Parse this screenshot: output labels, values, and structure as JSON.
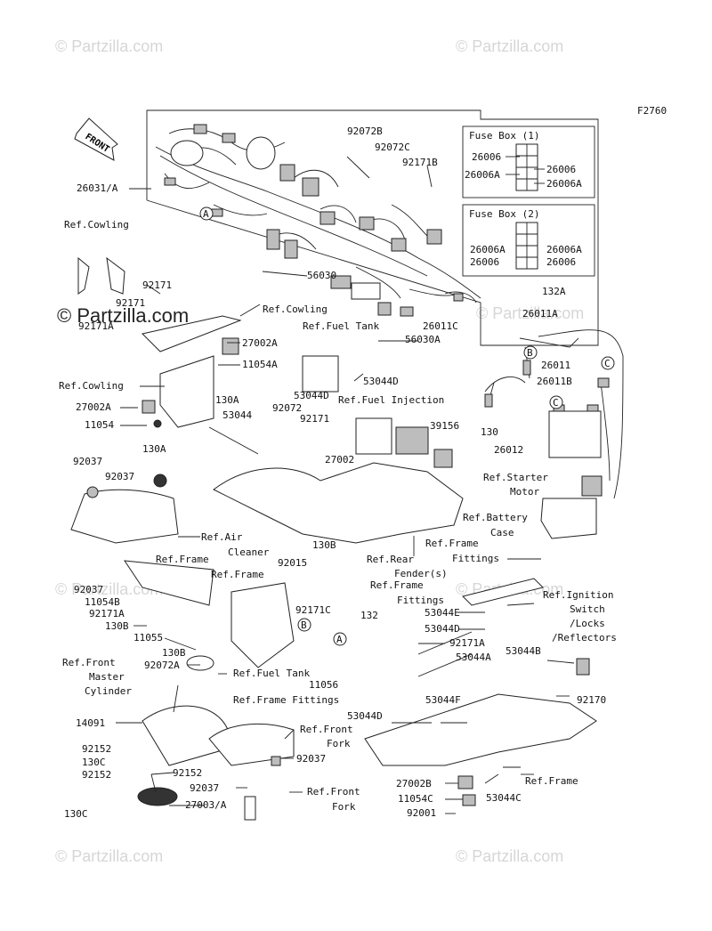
{
  "figure_code": "F2760",
  "front_label": "FRONT",
  "watermark": "Partzilla.com",
  "fuse_box_1": {
    "title": "Fuse Box (1)",
    "left": [
      "26006",
      "26006A"
    ],
    "right": [
      "26006",
      "26006A"
    ]
  },
  "fuse_box_2": {
    "title": "Fuse Box (2)",
    "left": [
      "26006A",
      "26006"
    ],
    "right": [
      "26006A",
      "26006"
    ]
  },
  "callouts": {
    "A": "A",
    "B": "B",
    "C": "C"
  },
  "labels": [
    {
      "id": "l1",
      "text": "26031/A"
    },
    {
      "id": "l2",
      "text": "92072B"
    },
    {
      "id": "l3",
      "text": "92072C"
    },
    {
      "id": "l4",
      "text": "92171B"
    },
    {
      "id": "l5",
      "text": "Ref.Cowling"
    },
    {
      "id": "l6",
      "text": "92171"
    },
    {
      "id": "l7",
      "text": "92171"
    },
    {
      "id": "l8",
      "text": "92171A"
    },
    {
      "id": "l9",
      "text": "Ref.Cowling"
    },
    {
      "id": "l10",
      "text": "56030"
    },
    {
      "id": "l11",
      "text": "132A"
    },
    {
      "id": "l12",
      "text": "26011A"
    },
    {
      "id": "l13",
      "text": "26011C"
    },
    {
      "id": "l14",
      "text": "56030A"
    },
    {
      "id": "l15",
      "text": "Ref.Fuel Tank"
    },
    {
      "id": "l16",
      "text": "27002A"
    },
    {
      "id": "l17",
      "text": "11054A"
    },
    {
      "id": "l18",
      "text": "26011"
    },
    {
      "id": "l19",
      "text": "26011B"
    },
    {
      "id": "l20",
      "text": "53044D"
    },
    {
      "id": "l21",
      "text": "Ref.Cowling"
    },
    {
      "id": "l22",
      "text": "53044D"
    },
    {
      "id": "l23",
      "text": "130A"
    },
    {
      "id": "l24",
      "text": "27002A"
    },
    {
      "id": "l25",
      "text": "53044"
    },
    {
      "id": "l26",
      "text": "92072"
    },
    {
      "id": "l27",
      "text": "92171"
    },
    {
      "id": "l28",
      "text": "Ref.Fuel Injection"
    },
    {
      "id": "l29",
      "text": "11054"
    },
    {
      "id": "l30",
      "text": "130"
    },
    {
      "id": "l31",
      "text": "39156"
    },
    {
      "id": "l32",
      "text": "130A"
    },
    {
      "id": "l33",
      "text": "26012"
    },
    {
      "id": "l34",
      "text": "27002"
    },
    {
      "id": "l35",
      "text": "92037"
    },
    {
      "id": "l36",
      "text": "92037"
    },
    {
      "id": "l37",
      "text": "Ref.Starter"
    },
    {
      "id": "l38",
      "text": "Motor"
    },
    {
      "id": "l39",
      "text": "Ref.Battery"
    },
    {
      "id": "l40",
      "text": "Case"
    },
    {
      "id": "l41",
      "text": "Ref.Air"
    },
    {
      "id": "l42",
      "text": "Cleaner"
    },
    {
      "id": "l43",
      "text": "130B"
    },
    {
      "id": "l44",
      "text": "Ref.Frame"
    },
    {
      "id": "l45",
      "text": "Fittings"
    },
    {
      "id": "l46",
      "text": "Ref.Frame"
    },
    {
      "id": "l47",
      "text": "92015"
    },
    {
      "id": "l48",
      "text": "Ref.Rear"
    },
    {
      "id": "l49",
      "text": "Fender(s)"
    },
    {
      "id": "l50",
      "text": "Ref.Frame"
    },
    {
      "id": "l51",
      "text": "Ref.Frame"
    },
    {
      "id": "l52",
      "text": "Fittings"
    },
    {
      "id": "l53",
      "text": "92037"
    },
    {
      "id": "l54",
      "text": "Ref.Ignition"
    },
    {
      "id": "l55",
      "text": "Switch"
    },
    {
      "id": "l56",
      "text": "/Locks"
    },
    {
      "id": "l57",
      "text": "/Reflectors"
    },
    {
      "id": "l58",
      "text": "11054B"
    },
    {
      "id": "l59",
      "text": "92171C"
    },
    {
      "id": "l60",
      "text": "53044E"
    },
    {
      "id": "l61",
      "text": "92171A"
    },
    {
      "id": "l62",
      "text": "132"
    },
    {
      "id": "l63",
      "text": "130B"
    },
    {
      "id": "l64",
      "text": "53044D"
    },
    {
      "id": "l65",
      "text": "11055"
    },
    {
      "id": "l66",
      "text": "92171A"
    },
    {
      "id": "l67",
      "text": "130B"
    },
    {
      "id": "l68",
      "text": "53044A"
    },
    {
      "id": "l69",
      "text": "53044B"
    },
    {
      "id": "l70",
      "text": "92072A"
    },
    {
      "id": "l71",
      "text": "Ref.Fuel Tank"
    },
    {
      "id": "l72",
      "text": "Ref.Front"
    },
    {
      "id": "l73",
      "text": "Master"
    },
    {
      "id": "l74",
      "text": "Cylinder"
    },
    {
      "id": "l75",
      "text": "11056"
    },
    {
      "id": "l76",
      "text": "Ref.Frame Fittings"
    },
    {
      "id": "l77",
      "text": "53044F"
    },
    {
      "id": "l78",
      "text": "92170"
    },
    {
      "id": "l79",
      "text": "14091"
    },
    {
      "id": "l80",
      "text": "53044D"
    },
    {
      "id": "l81",
      "text": "Ref.Front"
    },
    {
      "id": "l82",
      "text": "Fork"
    },
    {
      "id": "l83",
      "text": "92152"
    },
    {
      "id": "l84",
      "text": "130C"
    },
    {
      "id": "l85",
      "text": "92037"
    },
    {
      "id": "l86",
      "text": "92152"
    },
    {
      "id": "l87",
      "text": "92152"
    },
    {
      "id": "l88",
      "text": "Ref.Frame"
    },
    {
      "id": "l89",
      "text": "27002B"
    },
    {
      "id": "l90",
      "text": "92037"
    },
    {
      "id": "l91",
      "text": "Ref.Front"
    },
    {
      "id": "l92",
      "text": "Fork"
    },
    {
      "id": "l93",
      "text": "53044C"
    },
    {
      "id": "l94",
      "text": "11054C"
    },
    {
      "id": "l95",
      "text": "130C"
    },
    {
      "id": "l96",
      "text": "27003/A"
    },
    {
      "id": "l97",
      "text": "92001"
    }
  ]
}
